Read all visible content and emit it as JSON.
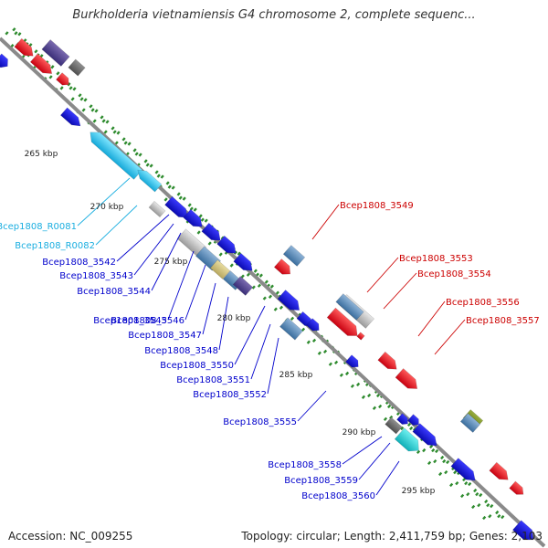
{
  "title": "Burkholderia vietnamiensis G4 chromosome 2, complete sequenc...",
  "footer": {
    "accession": "Accession: NC_009255",
    "topology": "Topology: circular; Length: 2,411,759 bp; Genes: 2,103"
  },
  "colors": {
    "backbone": "#8a8a8a",
    "tick": "#2e8b2e",
    "forward_gene": "#e8131c",
    "reverse_gene": "#1a1adb",
    "rna": "#26c4e8",
    "label_forward": "#cc0000",
    "label_reverse": "#0000cc",
    "label_rna": "#1aaee0"
  },
  "ticks": [
    {
      "label": "265 kbp"
    },
    {
      "label": "270 kbp"
    },
    {
      "label": "275 kbp"
    },
    {
      "label": "280 kbp"
    },
    {
      "label": "285 kbp"
    },
    {
      "label": "290 kbp"
    },
    {
      "label": "295 kbp"
    }
  ],
  "gene_labels": [
    {
      "text": "Bcep1808_R0081",
      "kind": "rna"
    },
    {
      "text": "Bcep1808_R0082",
      "kind": "rna"
    },
    {
      "text": "Bcep1808_3542",
      "kind": "reverse"
    },
    {
      "text": "Bcep1808_3543",
      "kind": "reverse"
    },
    {
      "text": "Bcep1808_3544",
      "kind": "reverse"
    },
    {
      "text": "Bcep1808_3545",
      "kind": "reverse"
    },
    {
      "text": "Bcep1808_3546",
      "kind": "reverse"
    },
    {
      "text": "Bcep1808_3547",
      "kind": "reverse"
    },
    {
      "text": "Bcep1808_3548",
      "kind": "reverse"
    },
    {
      "text": "Bcep1808_3550",
      "kind": "reverse"
    },
    {
      "text": "Bcep1808_3551",
      "kind": "reverse"
    },
    {
      "text": "Bcep1808_3552",
      "kind": "reverse"
    },
    {
      "text": "Bcep1808_3555",
      "kind": "reverse"
    },
    {
      "text": "Bcep1808_3558",
      "kind": "reverse"
    },
    {
      "text": "Bcep1808_3559",
      "kind": "reverse"
    },
    {
      "text": "Bcep1808_3560",
      "kind": "reverse"
    },
    {
      "text": "Bcep1808_3549",
      "kind": "forward"
    },
    {
      "text": "Bcep1808_3553",
      "kind": "forward"
    },
    {
      "text": "Bcep1808_3554",
      "kind": "forward"
    },
    {
      "text": "Bcep1808_3556",
      "kind": "forward"
    },
    {
      "text": "Bcep1808_3557",
      "kind": "forward"
    }
  ]
}
